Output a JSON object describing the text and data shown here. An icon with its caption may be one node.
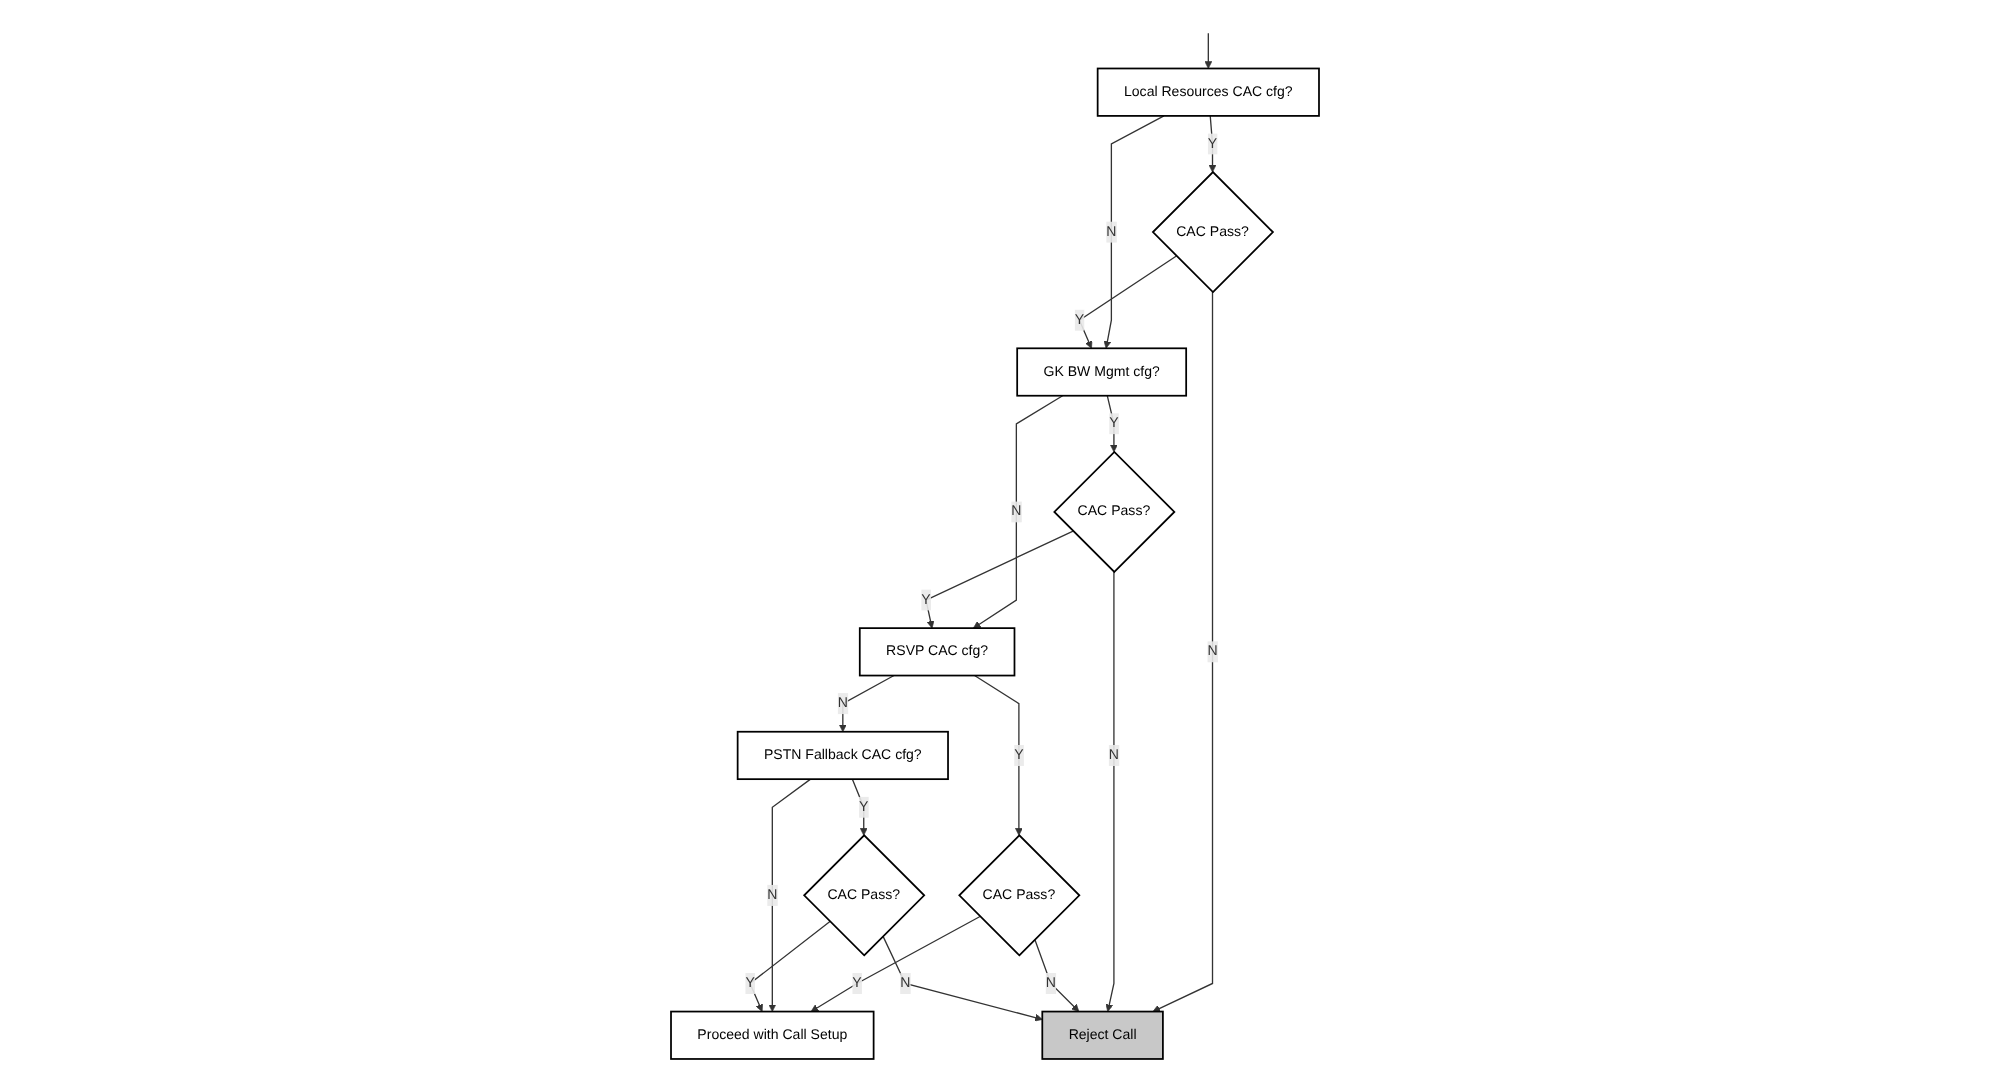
{
  "diagram": {
    "nodes": [
      {
        "text": [
          "Local Resources CAC cfg?"
        ]
      },
      {
        "text": [
          "CAC Pass?"
        ]
      },
      {
        "text": [
          "GK BW Mgmt cfg?"
        ]
      },
      {
        "text": [
          "CAC Pass?"
        ]
      },
      {
        "text": [
          "RSVP CAC cfg?"
        ]
      },
      {
        "text": [
          "CAC Pass?"
        ]
      },
      {
        "text": [
          "Proceed with Call Setup"
        ]
      },
      {
        "text": [
          "PSTN Fallback CAC cfg?"
        ]
      },
      {
        "text": [
          "CAC Pass?"
        ]
      },
      {
        "text": [
          "Reject Call"
        ]
      }
    ],
    "edges": [
      {
        "from": null,
        "to": 0,
        "arrow": "to"
      },
      {
        "from": 0,
        "to": 1,
        "arrow": "to",
        "label": "Y"
      },
      {
        "from": 0,
        "to": 2,
        "arrow": "to",
        "label": "N"
      },
      {
        "from": 1,
        "to": 2,
        "arrow": "to",
        "label": "Y"
      },
      {
        "from": 1,
        "to": 9,
        "arrow": "to",
        "label": "N"
      },
      {
        "from": 2,
        "to": 3,
        "arrow": "to",
        "label": "Y"
      },
      {
        "from": 2,
        "to": 4,
        "arrow": "to",
        "label": "N"
      },
      {
        "from": 3,
        "to": 4,
        "arrow": "to",
        "label": "Y"
      },
      {
        "from": 3,
        "to": 9,
        "arrow": "to",
        "label": "N"
      },
      {
        "from": 4,
        "to": 5,
        "arrow": "to",
        "label": "Y"
      },
      {
        "from": 4,
        "to": 7,
        "arrow": "to",
        "label": "N"
      },
      {
        "from": 5,
        "to": 6,
        "arrow": "to",
        "label": "Y"
      },
      {
        "from": 5,
        "to": 9,
        "arrow": "to",
        "label": "N"
      },
      {
        "from": 7,
        "to": 8,
        "arrow": "to",
        "label": "Y"
      },
      {
        "from": 7,
        "to": 6,
        "arrow": "to",
        "label": "N"
      },
      {
        "from": 8,
        "to": 6,
        "arrow": "to",
        "label": "Y"
      },
      {
        "from": 8,
        "to": 9,
        "arrow": "to",
        "label": "N"
      }
    ]
  }
}
